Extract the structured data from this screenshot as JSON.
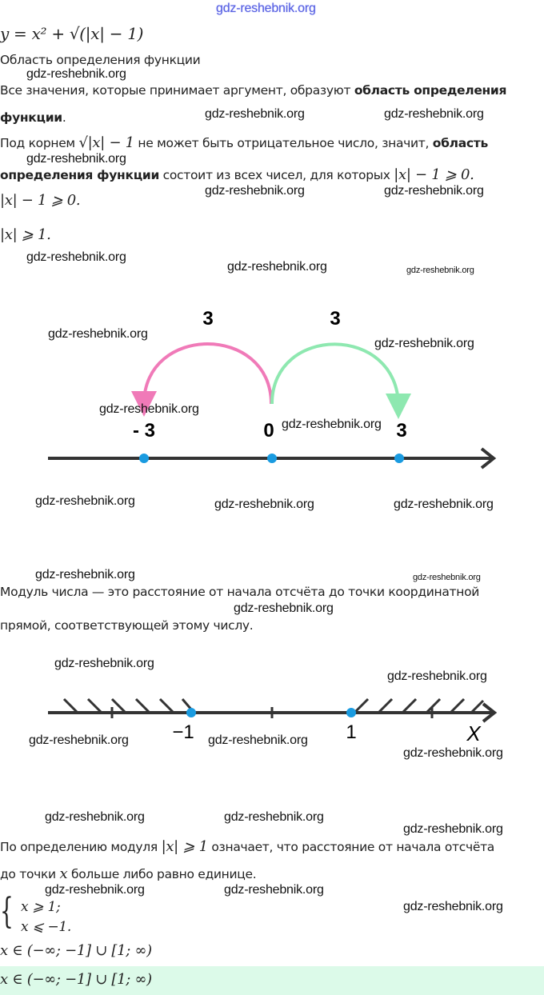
{
  "watermark": "gdz-reshebnik.org",
  "formula": "y = x² + √(|x| − 1)",
  "section_title": "Область определения функции",
  "para1": {
    "text": "Все значения, которые принимает аргумент, образуют ",
    "bold1": "область определения",
    "bold2": "функции",
    "end": "."
  },
  "para2": {
    "start": "Под корнем ",
    "math": "√|x| − 1",
    "mid": " не может быть отрицательное число, значит, ",
    "bold1": "область",
    "bold2": "определения функции",
    "rest": " состоит из всех чисел, для которых ",
    "math2": "|x| − 1  ⩾  0."
  },
  "ineq1": "|x| − 1  ⩾  0.",
  "ineq2": "|x|  ⩾  1.",
  "diagram1": {
    "arc_left_label": "3",
    "arc_right_label": "3",
    "labels": [
      "- 3",
      "0",
      "3"
    ],
    "colors": {
      "left_arc": "#f07ab8",
      "right_arc": "#8ee8b0",
      "dot": "#1a9be0"
    }
  },
  "para3": {
    "line1": "Модуль числа — это расстояние от начала отсчёта до точки координатной",
    "line2": "прямой, соответствующей этому числу."
  },
  "diagram2": {
    "labels": [
      "−1",
      "1"
    ],
    "axis_label": "X"
  },
  "para4": {
    "start": "По определению модуля ",
    "math": "|x|  ⩾  1",
    "rest": " означает, что расстояние от начала отсчёта",
    "line2_start": "до точки ",
    "line2_math": "x",
    "line2_rest": " больше либо равно единице."
  },
  "system": [
    "x ⩾ 1;",
    "x ⩽ −1."
  ],
  "result": "x ∈ (−∞; −1] ∪ [1; ∞)",
  "answer": "x ∈ (−∞; −1] ∪ [1; ∞)"
}
